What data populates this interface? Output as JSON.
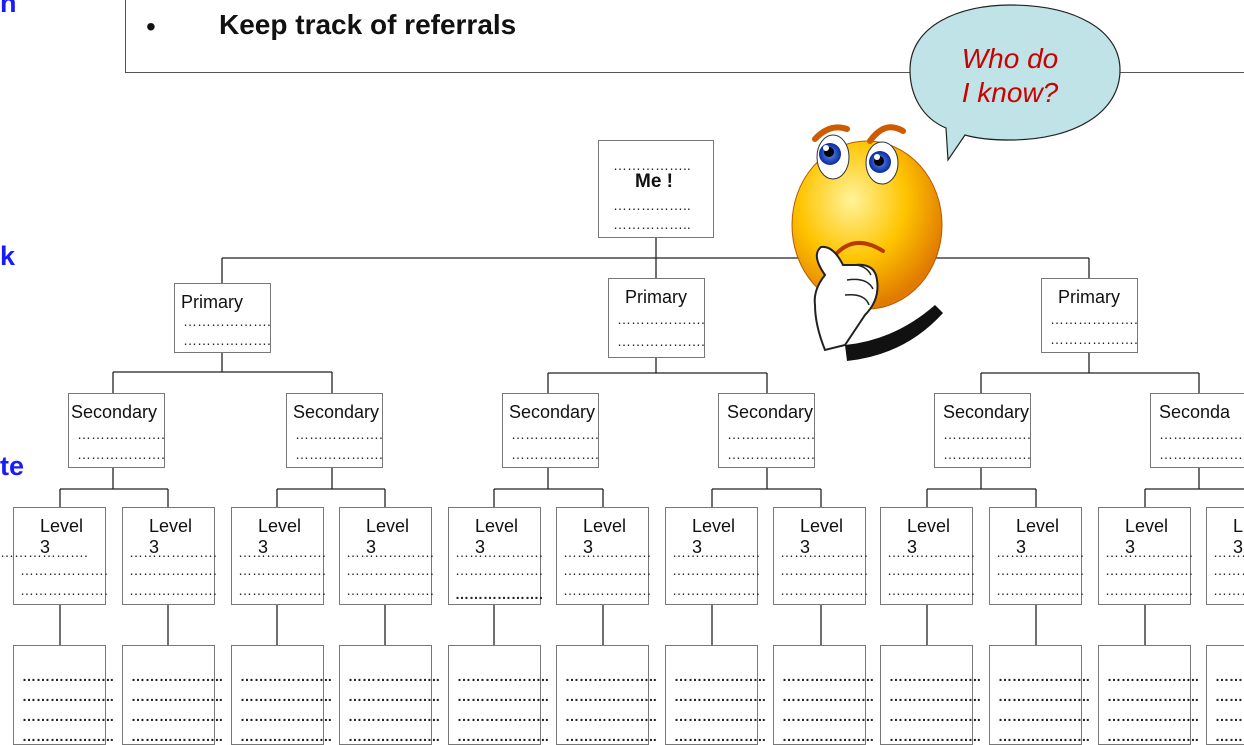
{
  "header": {
    "bullet": "•",
    "text": "Keep track of referrals"
  },
  "side_fragments": [
    "n",
    "k",
    "te"
  ],
  "bubble": {
    "line1": "Who do",
    "line2": "I know?"
  },
  "root": {
    "label": "Me !",
    "dots": "…………….."
  },
  "tree": {
    "primary_label": "Primary",
    "secondary_label": "Secondary",
    "secondary_clipped_label": "Seconda",
    "level_label": "Level",
    "level_sub": "3",
    "level_clipped_label": "L",
    "dots": "……………….",
    "bottom_dots": "……………….."
  },
  "colors": {
    "accent_blue": "#1a1aff",
    "bubble_fill": "#bfe3e6",
    "bubble_text": "#cc0000",
    "smiley": "#ffc400"
  },
  "icons": [
    "thinking-smiley-icon",
    "speech-bubble-icon"
  ]
}
